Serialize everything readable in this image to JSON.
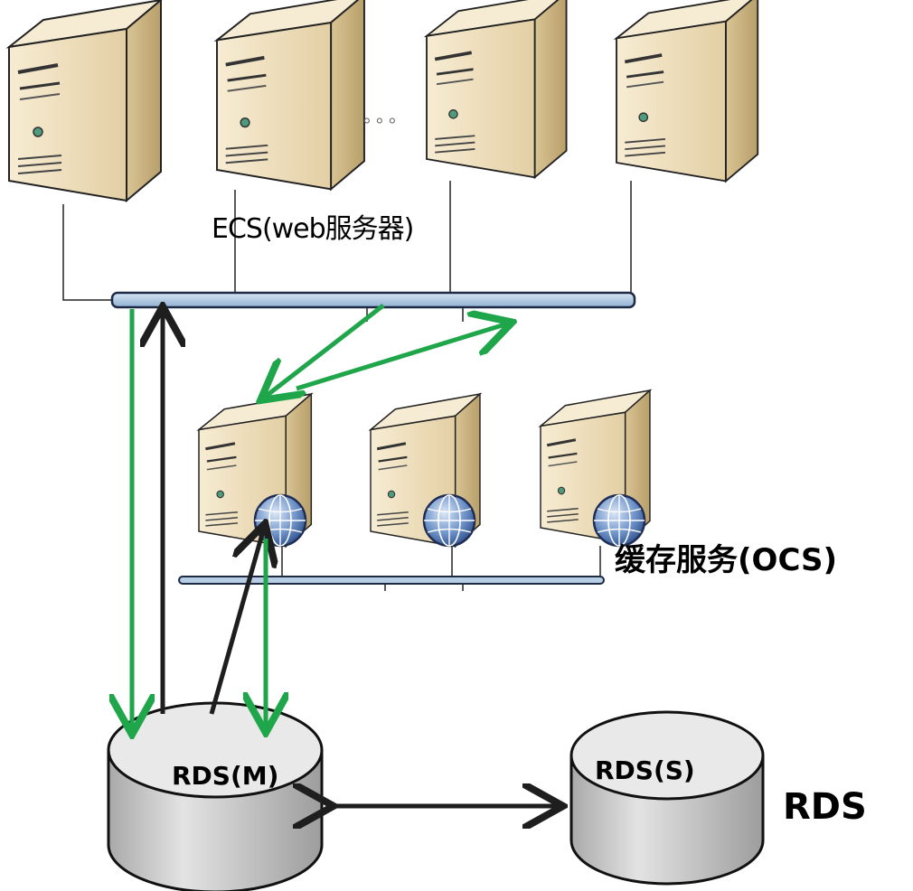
{
  "labels": {
    "ecs": "ECS(web服务器)",
    "ocs": "缓存服务(OCS)",
    "rds_master": "RDS(M)",
    "rds_slave": "RDS(S)",
    "rds": "RDS",
    "ellipsis": "。。。"
  },
  "colors": {
    "green_arrow": "#1fa64a",
    "black_arrow": "#1e1e1e",
    "bus_fill": "#b7cde4",
    "server_body": "#efe2c4",
    "server_side": "#d7c59d",
    "disk_top": "#e6e6e6",
    "disk_side": "#c9c9c9"
  },
  "icons": {
    "web_server": "server-tower-icon",
    "cache_server": "server-globe-icon",
    "database": "database-cylinder-icon"
  }
}
